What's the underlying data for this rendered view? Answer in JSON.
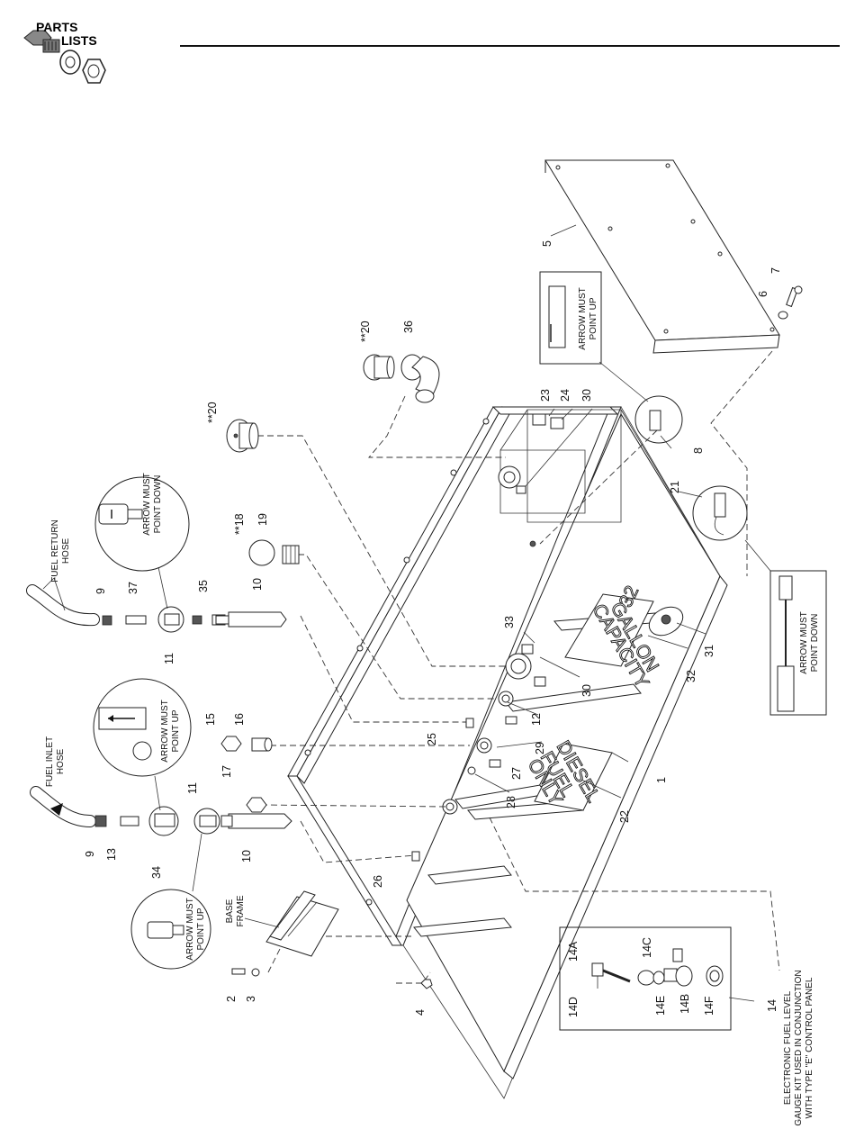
{
  "header": {
    "logo_line1": "PARTS",
    "logo_line2": "LISTS"
  },
  "callouts": {
    "n1": "1",
    "n2": "2",
    "n3": "3",
    "n4": "4",
    "n5": "5",
    "n6": "6",
    "n7": "7",
    "n8": "8",
    "n9a": "9",
    "n9b": "9",
    "n10a": "10",
    "n10b": "10",
    "n11a": "11",
    "n11b": "11",
    "n12": "12",
    "n13": "13",
    "n14": "14",
    "n14a": "14A",
    "n14b": "14B",
    "n14c": "14C",
    "n14d": "14D",
    "n14e": "14E",
    "n14f": "14F",
    "n15": "15",
    "n16": "16",
    "n17": "17",
    "n18": "**18",
    "n19": "19",
    "n20a": "**20",
    "n20b": "**20",
    "n21": "21",
    "n22": "22",
    "n23": "23",
    "n24": "24",
    "n25": "25",
    "n26": "26",
    "n27": "27",
    "n28": "28",
    "n29": "29",
    "n30a": "30",
    "n30b": "30",
    "n31": "31",
    "n32": "32",
    "n33": "33",
    "n34": "34",
    "n35": "35",
    "n36": "36",
    "n37": "37"
  },
  "captions": {
    "fuel_return_hose": [
      "FUEL RETURN",
      "HOSE"
    ],
    "fuel_inlet_hose": [
      "FUEL INLET",
      "HOSE"
    ],
    "base_frame": [
      "BASE",
      "FRAME"
    ],
    "arrow_down_return": [
      "ARROW MUST",
      "POINT DOWN"
    ],
    "arrow_up_inlet": [
      "ARROW MUST",
      "POINT UP"
    ],
    "arrow_up_lower": [
      "ARROW MUST",
      "POINT UP"
    ],
    "arrow_up_box": [
      "ARROW MUST",
      "POINT UP"
    ],
    "arrow_down_box": [
      "ARROW MUST",
      "POINT DOWN"
    ],
    "fuel_gauge_kit": [
      "ELECTRONIC FUEL LEVEL",
      "GAUGE KIT USED IN CONJUNCTION",
      "WITH TYPE \"E\" CONTROL PANEL"
    ]
  },
  "decals": {
    "capacity": [
      "32",
      "GALLON",
      "CAPACITY"
    ],
    "diesel": [
      "DIESEL",
      "FUEL",
      "ONLY"
    ]
  }
}
